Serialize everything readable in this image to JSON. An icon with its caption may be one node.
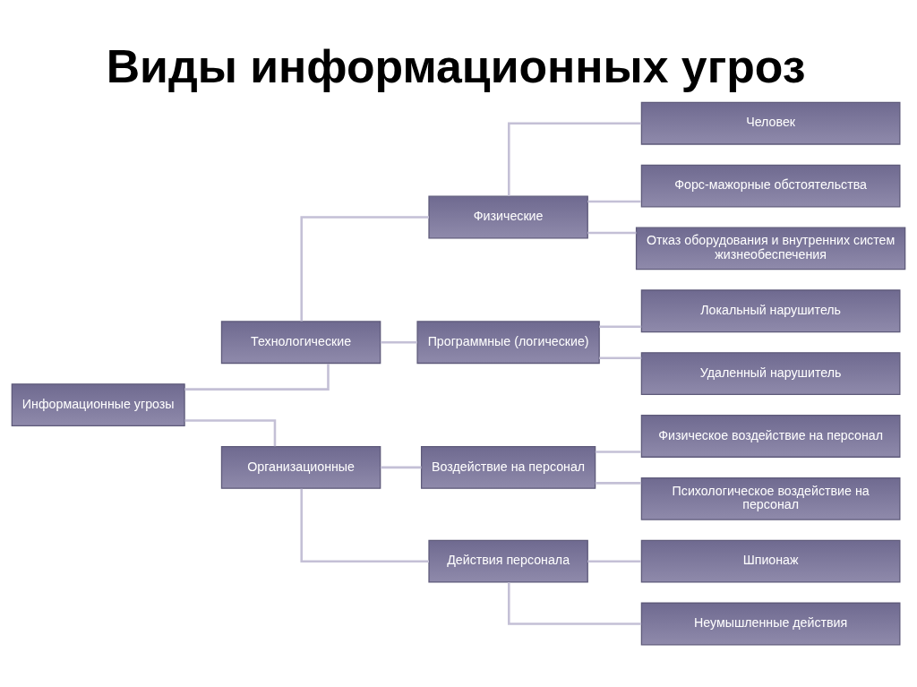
{
  "diagram": {
    "title": "Виды информационных угроз",
    "nodes": [
      {
        "text": [
          "Информационные угрозы"
        ]
      },
      {
        "text": [
          "Технологические"
        ]
      },
      {
        "text": [
          "Физические"
        ]
      },
      {
        "text": [
          "Человек"
        ]
      },
      {
        "text": [
          "Форс-мажорные обстоятельства"
        ]
      },
      {
        "text": [
          "Отказ оборудования и внутренних систем жизнеобеспечения"
        ]
      },
      {
        "text": [
          "Программные (логические)"
        ]
      },
      {
        "text": [
          "Локальный нарушитель"
        ]
      },
      {
        "text": [
          "Удаленный нарушитель"
        ]
      },
      {
        "text": [
          "Организационные"
        ]
      },
      {
        "text": [
          "Воздействие на персонал"
        ]
      },
      {
        "text": [
          "Физическое воздействие на персонал"
        ]
      },
      {
        "text": [
          "Психологическое воздействие на персонал"
        ]
      },
      {
        "text": [
          "Действия персонала"
        ]
      },
      {
        "text": [
          "Шпионаж"
        ]
      },
      {
        "text": [
          "Неумышленные действия"
        ]
      }
    ],
    "edges": [
      {
        "from": 0,
        "to": 1,
        "arrow": "none"
      },
      {
        "from": 1,
        "to": 2,
        "arrow": "none"
      },
      {
        "from": 2,
        "to": 3,
        "arrow": "none"
      },
      {
        "from": 2,
        "to": 4,
        "arrow": "none"
      },
      {
        "from": 2,
        "to": 5,
        "arrow": "none"
      },
      {
        "from": 1,
        "to": 6,
        "arrow": "none"
      },
      {
        "from": 6,
        "to": 7,
        "arrow": "none"
      },
      {
        "from": 6,
        "to": 8,
        "arrow": "none"
      },
      {
        "from": 0,
        "to": 9,
        "arrow": "none"
      },
      {
        "from": 9,
        "to": 10,
        "arrow": "none"
      },
      {
        "from": 10,
        "to": 11,
        "arrow": "none"
      },
      {
        "from": 10,
        "to": 12,
        "arrow": "none"
      },
      {
        "from": 9,
        "to": 13,
        "arrow": "none"
      },
      {
        "from": 13,
        "to": 14,
        "arrow": "none"
      },
      {
        "from": 13,
        "to": 15,
        "arrow": "none"
      }
    ]
  }
}
